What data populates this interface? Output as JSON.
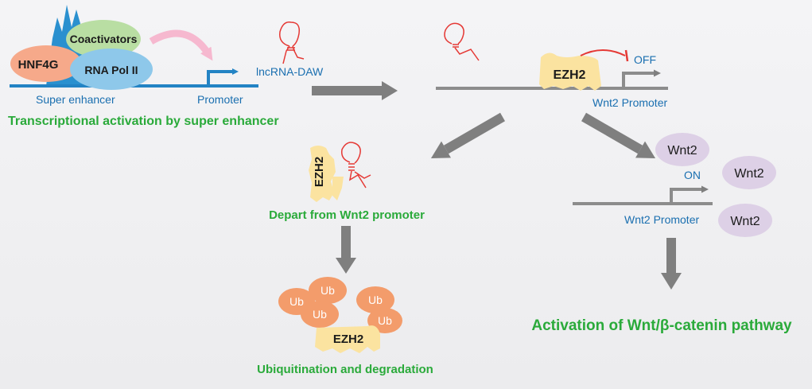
{
  "labels": {
    "hnf4g": "HNF4G",
    "coactivators": "Coactivators",
    "rna_pol_ii": "RNA Pol II",
    "super_enhancer": "Super enhancer",
    "promoter": "Promoter",
    "lncrna": "lncRNA-DAW",
    "transcriptional_activation": "Transcriptional activation by super enhancer",
    "ezh2": "EZH2",
    "off": "OFF",
    "on": "ON",
    "wnt2_promoter_top": "Wnt2  Promoter",
    "wnt2_promoter_right": "Wnt2  Promoter",
    "depart": "Depart from Wnt2 promoter",
    "ub": "Ub",
    "ubiquitination": "Ubiquitination and degradation",
    "wnt2": "Wnt2",
    "activation_pathway": "Activation of Wnt/β-catenin pathway"
  },
  "colors": {
    "hnf4g_fill": "#f6a98a",
    "coactivators_fill": "#b9dea3",
    "rna_pol_fill": "#8ec8ea",
    "enhancer_peaks": "#2a90cf",
    "dna_blue": "#2383c4",
    "dna_gray": "#8c8c8c",
    "arrow_gray": "#7a7a7a",
    "ezh2_fill": "#fbe3a0",
    "ub_fill": "#f39c6b",
    "wnt2_fill": "#ddd0e6",
    "rna_red": "#e53935",
    "label_blue": "#1a6fb0",
    "label_green": "#2aaa3a",
    "pink_arrow": "#f6b8cf"
  }
}
